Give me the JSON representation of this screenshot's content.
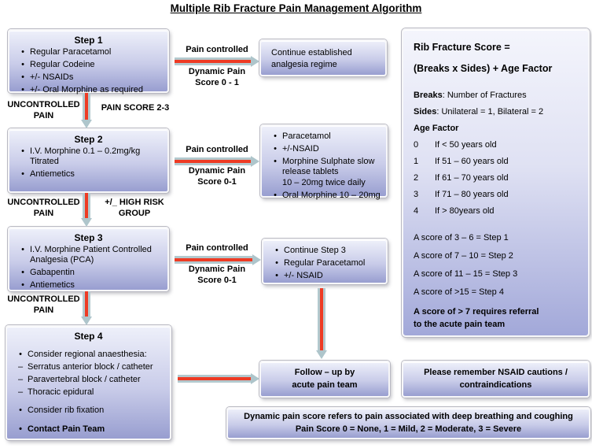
{
  "title": "Multiple Rib Fracture Pain Management Algorithm",
  "steps": [
    {
      "heading": "Step 1",
      "items": [
        "Regular Paracetamol",
        "Regular Codeine",
        "+/- NSAIDs",
        "+/- Oral Morphine as required"
      ]
    },
    {
      "heading": "Step 2",
      "items": [
        "I.V. Morphine 0.1 – 0.2mg/kg\nTitrated",
        "Antiemetics"
      ]
    },
    {
      "heading": "Step 3",
      "items": [
        "I.V. Morphine Patient Controlled\nAnalgesia (PCA)",
        "Gabapentin",
        "Antiemetics"
      ]
    },
    {
      "heading": "Step 4",
      "items": [
        "Consider regional anaesthesia:",
        "Serratus anterior block / catheter",
        "Paravertebral block / catheter",
        "Thoracic epidural",
        "Consider rib fixation",
        "Contact Pain Team"
      ]
    }
  ],
  "pain_controlled_arrows": [
    {
      "top": "Pain controlled",
      "bottom": "Dynamic  Pain\nScore 0 - 1"
    },
    {
      "top": "Pain controlled",
      "bottom": "Dynamic Pain\nScore 0-1"
    },
    {
      "top": "Pain controlled",
      "bottom": "Dynamic Pain\nScore 0-1"
    }
  ],
  "transitions": [
    {
      "left": "UNCONTROLLED\nPAIN",
      "right": "PAIN SCORE 2-3"
    },
    {
      "left": "UNCONTROLLED\nPAIN",
      "right": "+/_ HIGH RISK\nGROUP"
    },
    {
      "left": "UNCONTROLLED\nPAIN",
      "right": ""
    }
  ],
  "outcomes": [
    {
      "text": "Continue established\nanalgesia regime"
    },
    {
      "items": [
        "Paracetamol",
        "+/-NSAID",
        "Morphine Sulphate slow\nrelease tablets\n10 – 20mg twice daily",
        "Oral Morphine 10 – 20mg"
      ]
    },
    {
      "items": [
        "Continue Step 3",
        "Regular Paracetamol",
        "+/- NSAID"
      ]
    }
  ],
  "follow_up": "Follow – up by\nacute pain team",
  "nsaid_note": "Please remember NSAID cautions /\ncontraindications",
  "footer": "Dynamic pain score refers to pain associated with deep breathing and coughing\nPain Score 0 = None, 1 = Mild, 2 = Moderate, 3 = Severe",
  "score_panel": {
    "title_line1": "Rib Fracture Score =",
    "title_line2": "(Breaks x Sides) + Age Factor",
    "breaks_label": "Breaks",
    "breaks_rest": ": Number of Fractures",
    "sides_label": "Sides",
    "sides_rest": ": Unilateral = 1, Bilateral = 2",
    "age_factor_heading": "Age Factor",
    "age_factors": [
      {
        "value": "0",
        "text": "If < 50 years old"
      },
      {
        "value": "1",
        "text": "If 51 – 60 years old"
      },
      {
        "value": "2",
        "text": "If 61 – 70 years old"
      },
      {
        "value": "3",
        "text": "If 71 – 80 years old"
      },
      {
        "value": "4",
        "text": "If > 80years old"
      }
    ],
    "score_rules": [
      "A score of 3 – 6 = Step 1",
      "A score of 7 – 10 = Step 2",
      "A score of 11 – 15 = Step 3",
      "A score of >15 = Step 4"
    ],
    "referral_note": "A score of > 7 requires referral\nto the acute pain team"
  },
  "colors": {
    "arrow_red": "#ee3b24",
    "arrow_outline": "#aec5cb",
    "box_gradient_top": "#eef0fa",
    "box_gradient_bottom": "#989ed0"
  }
}
